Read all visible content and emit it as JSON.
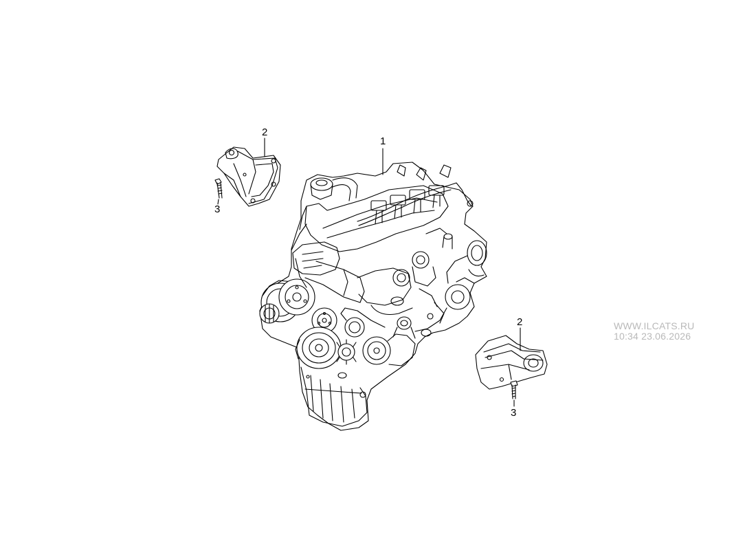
{
  "callouts": {
    "engine": "1",
    "bracket_left": "2",
    "bolt_left": "3",
    "bracket_right": "2",
    "bolt_right": "3"
  },
  "watermark": {
    "site": "WWW.ILCATS.RU",
    "timestamp": "10:34 23.06.2026"
  },
  "colors": {
    "line": "#000000",
    "background": "#ffffff",
    "watermark": "#b9b9b9"
  }
}
